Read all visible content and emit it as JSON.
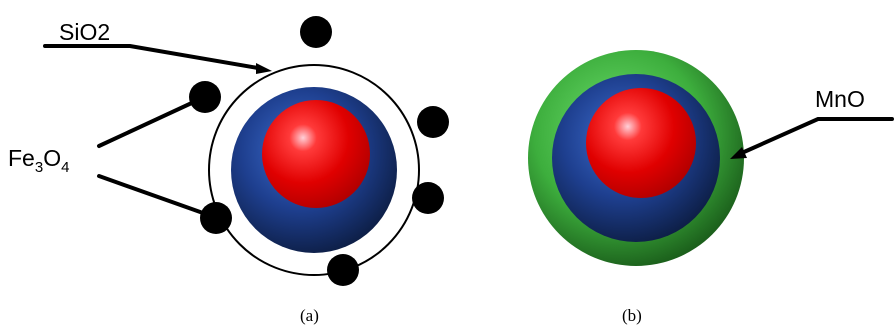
{
  "panel_a": {
    "shell_label": "SiO2",
    "particle_label_main": "Fe",
    "particle_label_sub1": "3",
    "particle_label_mid": "O",
    "particle_label_sub2": "4",
    "caption": "(a)"
  },
  "panel_b": {
    "shell_label": "MnO",
    "caption": "(b)"
  },
  "colors": {
    "core": "#e00000",
    "middle_layer": "#1e3f8f",
    "sio2_shell": "#ffffff",
    "mno_shell": "#3dae3d",
    "fe3o4_particles": "#000000"
  }
}
